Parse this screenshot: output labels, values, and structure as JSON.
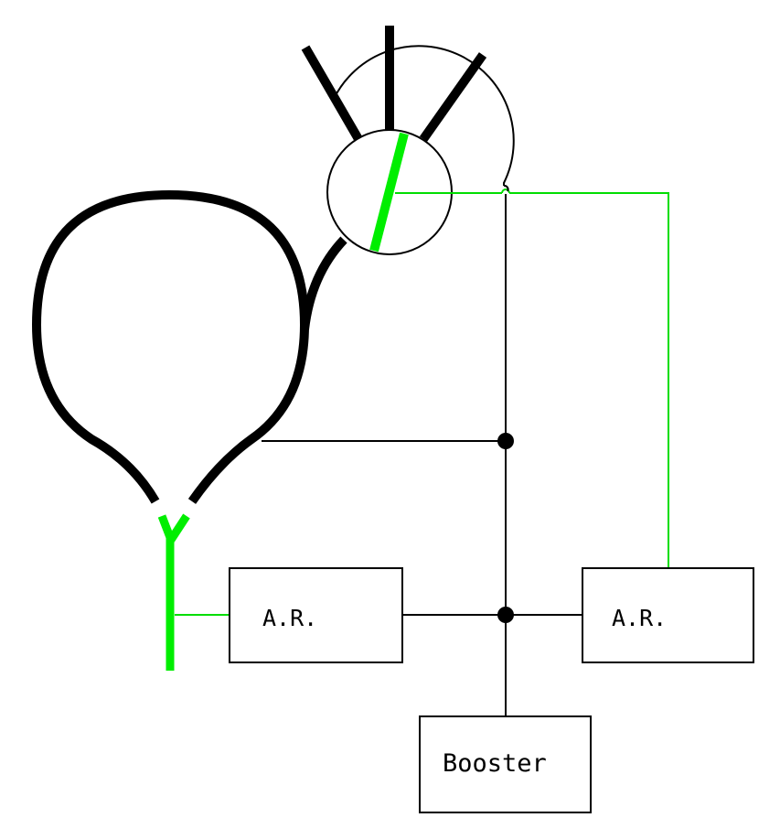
{
  "diagram": {
    "boxes": {
      "ar_left": {
        "label": "A.R."
      },
      "ar_right": {
        "label": "A.R."
      },
      "booster": {
        "label": "Booster"
      }
    },
    "colors": {
      "track": "#000000",
      "active_track": "#00ee00",
      "wire": "#000000",
      "signal_wire": "#00dd00",
      "background": "#ffffff"
    },
    "components": {
      "reversing_loop": "loop-track",
      "turntable": "turntable-circle",
      "radial_tracks": 3,
      "junction_dots": 2
    }
  }
}
